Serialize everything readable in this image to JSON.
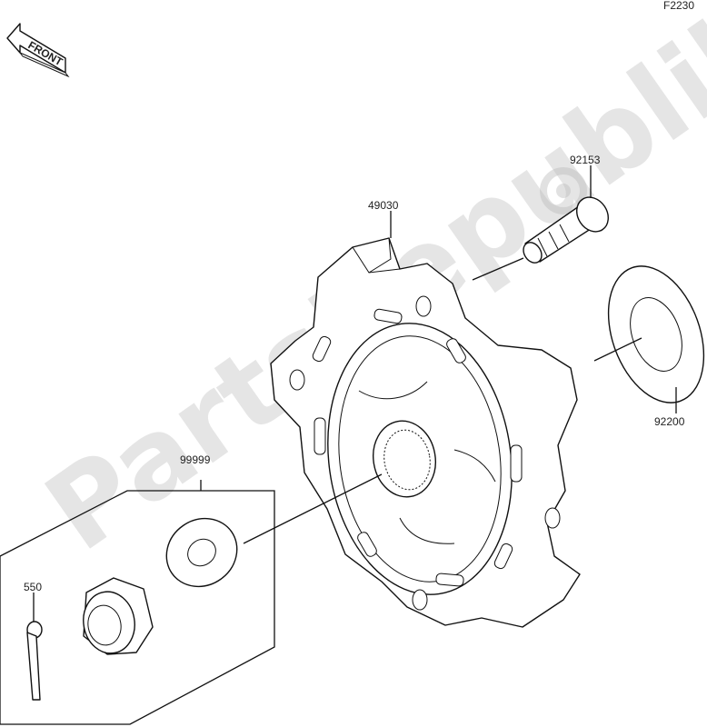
{
  "diagram_code": "F2230",
  "front_arrow_text": "FRONT",
  "watermark": "PartsRepublik",
  "parts": {
    "hub": "49030",
    "stud": "92153",
    "washer": "92200",
    "kit": "99999",
    "cotter_pin": "550"
  }
}
